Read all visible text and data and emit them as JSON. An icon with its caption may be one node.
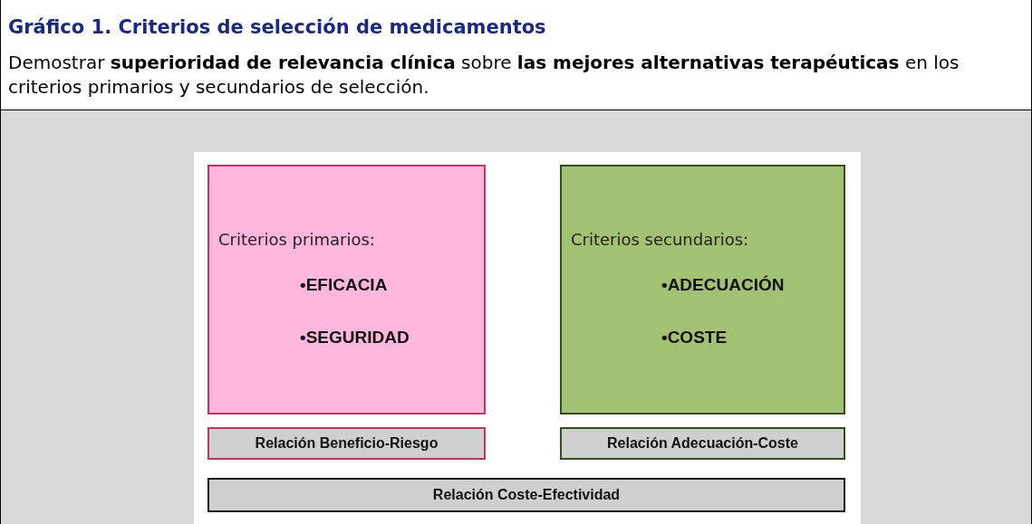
{
  "diagram": {
    "title": "Gráfico 1. Criterios de selección de medicamentos",
    "nodes": [
      {
        "text": [
          "Criterios primarios:",
          "•EFICACIA",
          "•SEGURIDAD"
        ]
      },
      {
        "text": [
          "Criterios secundarios:",
          "•ADECUACIÓN",
          "•COSTE"
        ]
      },
      {
        "text": [
          "Relación Beneficio-Riesgo"
        ]
      },
      {
        "text": [
          "Relación Adecuación-Coste"
        ]
      },
      {
        "text": [
          "Relación Coste-Efectividad"
        ]
      }
    ],
    "edges": [],
    "labels": [
      "Demostrar **superioridad de relevancia clínica** sobre **las mejores alternativas terapéuticas** en los criterios primarios y secundarios de selección."
    ]
  }
}
